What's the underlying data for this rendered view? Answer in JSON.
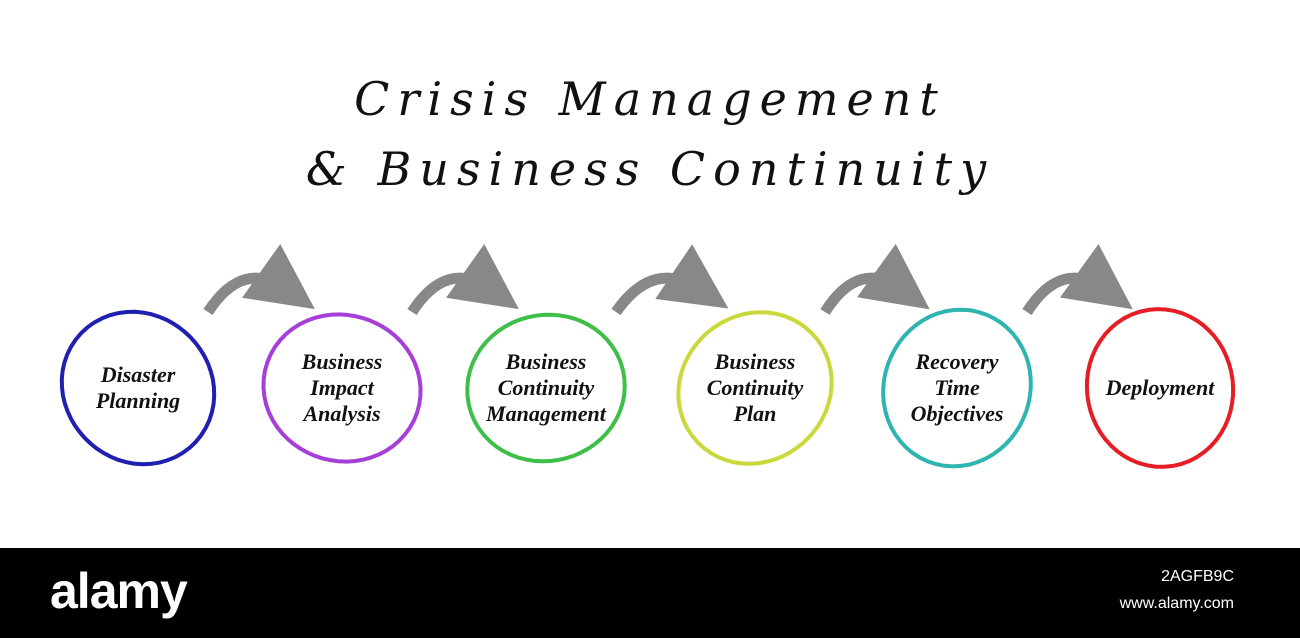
{
  "title": {
    "line1": "Crisis Management",
    "line2": "& Business Continuity"
  },
  "steps": [
    {
      "lines": [
        "Disaster",
        "Planning"
      ],
      "color": "#1f1fb0"
    },
    {
      "lines": [
        "Business",
        "Impact",
        "Analysis"
      ],
      "color": "#a63fd8"
    },
    {
      "lines": [
        "Business",
        "Continuity",
        "Management"
      ],
      "color": "#3fbf4a"
    },
    {
      "lines": [
        "Business",
        "Continuity",
        "Plan"
      ],
      "color": "#c9d83a"
    },
    {
      "lines": [
        "Recovery",
        "Time",
        "Objectives"
      ],
      "color": "#2fb5b0"
    },
    {
      "lines": [
        "Deployment"
      ],
      "color": "#e51e25"
    }
  ],
  "arrow_color": "#888888",
  "watermark": {
    "logo": "alamy",
    "image_id": "2AGFB9C",
    "site": "www.alamy.com"
  }
}
